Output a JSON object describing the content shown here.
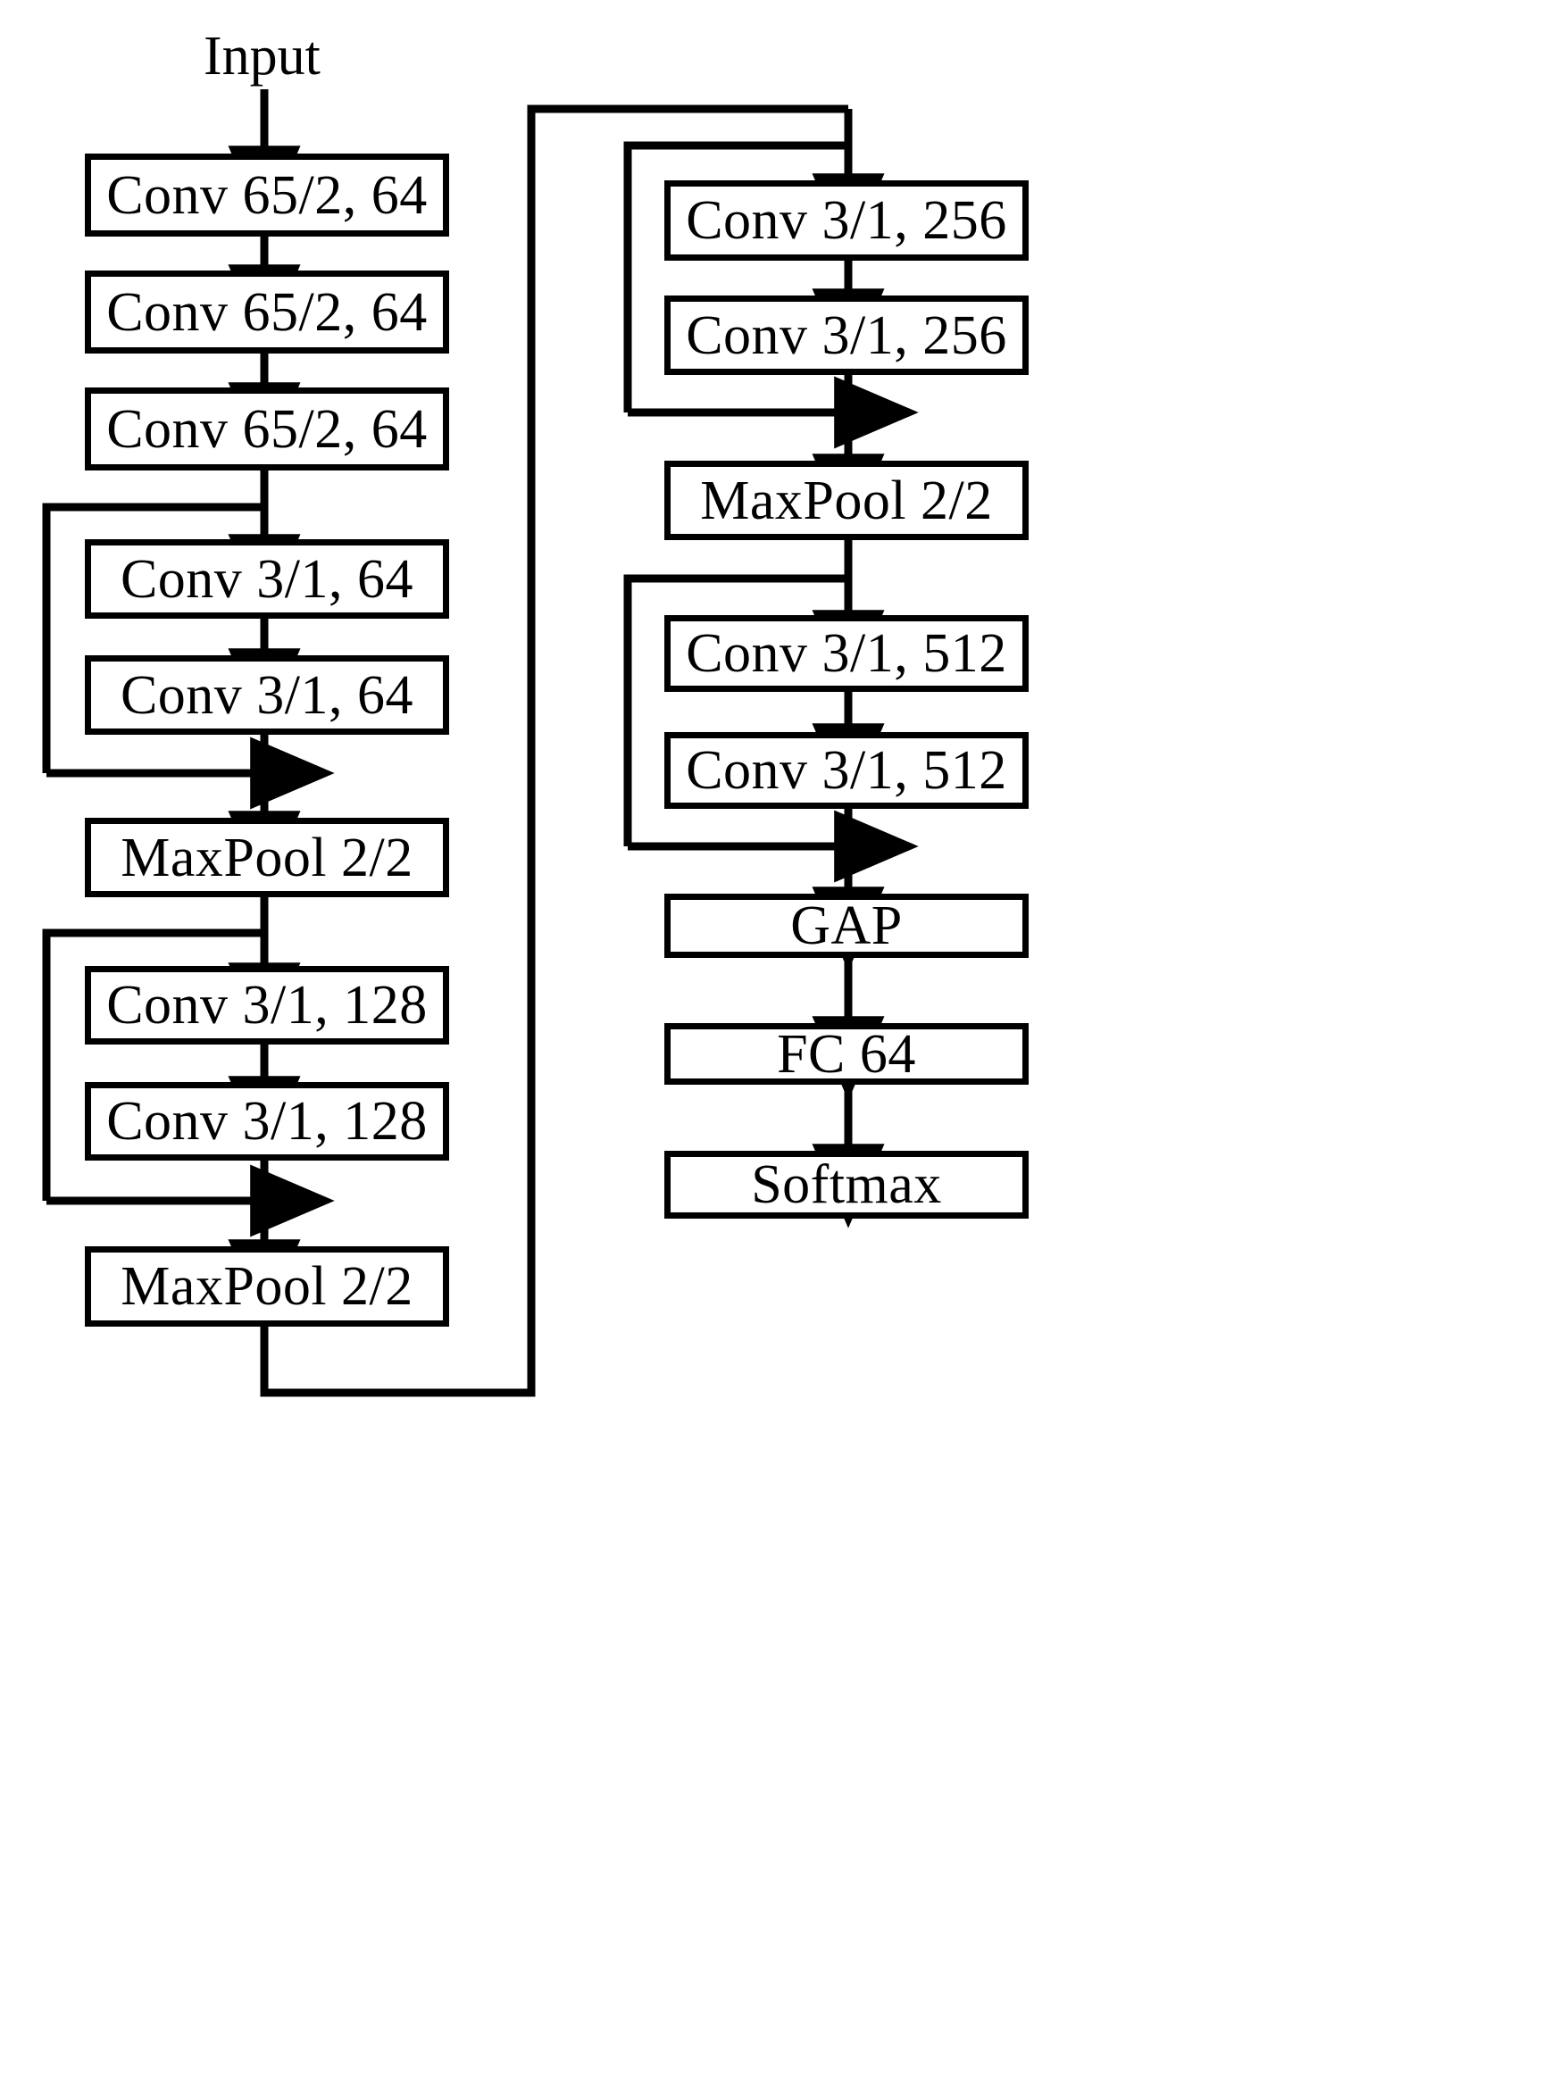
{
  "diagram": {
    "title_label": "Input",
    "left_column": {
      "blocks": [
        {
          "id": "conv-65-2-64-a",
          "label": "Conv 65/2, 64",
          "kind": "conv"
        },
        {
          "id": "conv-65-2-64-b",
          "label": "Conv 65/2, 64",
          "kind": "conv"
        },
        {
          "id": "conv-65-2-64-c",
          "label": "Conv 65/2, 64",
          "kind": "conv"
        },
        {
          "id": "conv-3-1-64-a",
          "label": "Conv 3/1, 64",
          "kind": "conv"
        },
        {
          "id": "conv-3-1-64-b",
          "label": "Conv 3/1, 64",
          "kind": "conv"
        },
        {
          "id": "maxpool-2-2-a",
          "label": "MaxPool 2/2",
          "kind": "pool"
        },
        {
          "id": "conv-3-1-128-a",
          "label": "Conv 3/1, 128",
          "kind": "conv"
        },
        {
          "id": "conv-3-1-128-b",
          "label": "Conv 3/1, 128",
          "kind": "conv"
        },
        {
          "id": "maxpool-2-2-b",
          "label": "MaxPool 2/2",
          "kind": "pool"
        }
      ]
    },
    "right_column": {
      "blocks": [
        {
          "id": "conv-3-1-256-a",
          "label": "Conv 3/1, 256",
          "kind": "conv"
        },
        {
          "id": "conv-3-1-256-b",
          "label": "Conv 3/1, 256",
          "kind": "conv"
        },
        {
          "id": "maxpool-2-2-c",
          "label": "MaxPool 2/2",
          "kind": "pool"
        },
        {
          "id": "conv-3-1-512-a",
          "label": "Conv 3/1, 512",
          "kind": "conv"
        },
        {
          "id": "conv-3-1-512-b",
          "label": "Conv 3/1, 512",
          "kind": "conv"
        },
        {
          "id": "gap",
          "label": "GAP",
          "kind": "pool"
        },
        {
          "id": "fc-64",
          "label": "FC 64",
          "kind": "dense"
        },
        {
          "id": "softmax",
          "label": "Softmax",
          "kind": "output"
        }
      ]
    },
    "skip_connections": [
      {
        "id": "skip-64",
        "from": "conv-65-2-64-c",
        "to": "maxpool-2-2-a"
      },
      {
        "id": "skip-128",
        "from": "maxpool-2-2-a",
        "to": "maxpool-2-2-b"
      },
      {
        "id": "skip-256",
        "from": "column-bridge",
        "to": "maxpool-2-2-c"
      },
      {
        "id": "skip-512",
        "from": "maxpool-2-2-c",
        "to": "gap"
      }
    ],
    "bridge": {
      "id": "column-bridge",
      "from": "maxpool-2-2-b",
      "to": "conv-3-1-256-a"
    },
    "colors": {
      "stroke": "#000000",
      "fill": "#ffffff",
      "background": "#ffffff"
    }
  }
}
